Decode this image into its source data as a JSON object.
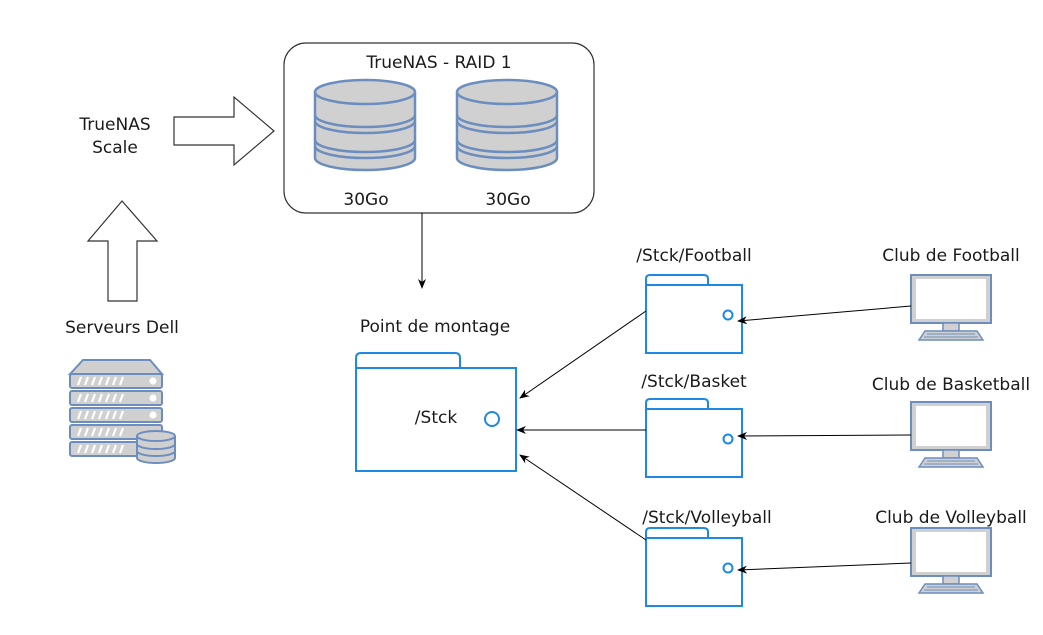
{
  "diagram": {
    "nas": {
      "title": "TrueNAS - RAID 1",
      "disks": [
        {
          "label": "30Go"
        },
        {
          "label": "30Go"
        }
      ]
    },
    "os_label": [
      "TrueNAS",
      "Scale"
    ],
    "server": {
      "label": "Serveurs Dell"
    },
    "mount": {
      "label": "Point de montage",
      "path": "/Stck"
    },
    "shares": [
      {
        "path": "/Stck/Football",
        "client": "Club de Football"
      },
      {
        "path": "/Stck/Basket",
        "client": "Club de Basketball"
      },
      {
        "path": "/Stck/Volleyball",
        "client": "Club de Volleyball"
      }
    ],
    "colors": {
      "folder_stroke": "#1e88e5",
      "device_fill": "#d0d0d0",
      "device_stroke": "#6c8ebf",
      "line": "#000000"
    }
  }
}
